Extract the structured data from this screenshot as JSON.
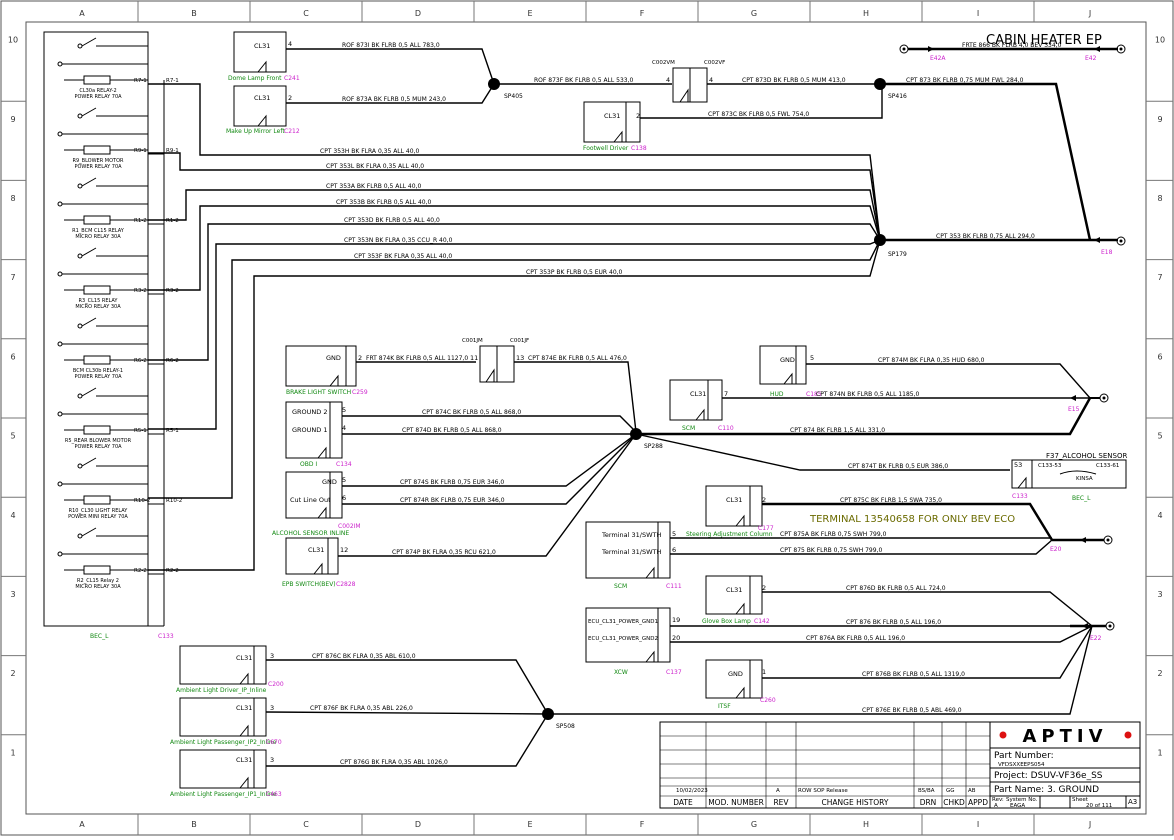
{
  "sheet": {
    "title": "CABIN HEATER EP",
    "note": "TERMINAL 13540658 FOR ONLY BEV ECO",
    "columns": [
      "A",
      "B",
      "C",
      "D",
      "E",
      "F",
      "G",
      "H",
      "I",
      "J"
    ],
    "rows": [
      "10",
      "9",
      "8",
      "7",
      "6",
      "5",
      "4",
      "3",
      "2",
      "1"
    ]
  },
  "relay_block": {
    "connector_name": "BEC_L",
    "connector_id": "C133",
    "relays": [
      {
        "name": "CL30a RELAY-2\nPOWER RELAY 70A",
        "pin": "R7-1"
      },
      {
        "name": "R9_BLOWER MOTOR\nPOWER RELAY 70A",
        "pin": "R9-1"
      },
      {
        "name": "R1_BCM CL15 RELAY\nMICRO RELAY 30A",
        "pin": "R1-2"
      },
      {
        "name": "R3_CL15 RELAY\nMICRO RELAY 30A",
        "pin": "R3-2"
      },
      {
        "name": "BCM CL30b RELAY-1\nPOWER RELAY 70A",
        "pin": "R6-2"
      },
      {
        "name": "R5_REAR BLOWER MOTOR\nPOWER RELAY 70A",
        "pin": "R5-1"
      },
      {
        "name": "R10_CL30 LIGHT RELAY\nPOWER MINI RELAY 70A",
        "pin": "R10-2"
      },
      {
        "name": "R2_CL15 Relay 2\nMICRO RELAY 30A",
        "pin": "R2-2"
      }
    ]
  },
  "connectors": {
    "c241": {
      "name": "Dome Lamp Front",
      "id": "C241",
      "pin_label": "CL31",
      "pin": "4"
    },
    "c212": {
      "name": "Make Up Mirror Left",
      "id": "C212",
      "pin_label": "CL31",
      "pin": "2"
    },
    "c138": {
      "name": "Footwell Driver",
      "id": "C138",
      "pin_label": "CL31",
      "pin": "2"
    },
    "c002": {
      "left": "C002VM",
      "right": "C002VF",
      "pin_l": "4",
      "pin_r": "4"
    },
    "c001": {
      "left": "C001JM",
      "right": "C001JF",
      "pin_l": "11",
      "pin_r": "13"
    },
    "c259": {
      "name": "BRAKE LIGHT SWITCH",
      "id": "C259",
      "pin_label": "GND",
      "pin": "2"
    },
    "c134": {
      "name": "OBD I",
      "id": "C134",
      "pin_labels": [
        "GROUND 2",
        "GROUND 1"
      ],
      "pins": [
        "5",
        "4"
      ]
    },
    "c002im": {
      "name": "ALCOHOL SENSOR INLINE",
      "id": "C002IM",
      "pin_labels": [
        "GND",
        "Cut Line Out"
      ],
      "pins": [
        "5",
        "6"
      ]
    },
    "c2828": {
      "name": "EPB SWITCH(BEV)",
      "id": "C2828",
      "pin_label": "CL31",
      "pin": "12"
    },
    "c185": {
      "name": "HUD",
      "id": "C185",
      "pin_label": "GND",
      "pin": "5"
    },
    "c110": {
      "name": "SCM",
      "id": "C110",
      "pin_label": "CL31",
      "pin": "7"
    },
    "c133b": {
      "name": "F37_ALCOHOL SENSOR",
      "id": "C133",
      "pins_top": [
        "C133-53",
        "C133-61"
      ],
      "pin": "53",
      "sub": "BEC_L",
      "mid": "KINSA"
    },
    "c177": {
      "name": "Steering Adjustment Column",
      "id": "C177",
      "pin_label": "CL31",
      "pin": "2"
    },
    "c111": {
      "name": "SCM",
      "id": "C111",
      "pin_labels": [
        "Terminal 31/SWTH",
        "Terminal 31/SWTH"
      ],
      "pins": [
        "5",
        "6"
      ]
    },
    "c142": {
      "name": "Glove Box Lamp",
      "id": "C142",
      "pin_label": "CL31",
      "pin": "2"
    },
    "c137": {
      "name": "XCW",
      "id": "C137",
      "pin_labels": [
        "ECU_CL31_POWER_GND1",
        "ECU_CL31_POWER_GND2"
      ],
      "pins": [
        "19",
        "20"
      ]
    },
    "c260": {
      "name": "ITSF",
      "id": "C260",
      "pin_label": "GND",
      "pin": "1"
    },
    "c200": {
      "name": "Ambient Light Driver_IP_Inline",
      "id": "C200",
      "pin_label": "CL31",
      "pin": "3"
    },
    "c670": {
      "name": "Ambient Light Passenger_IP2_Inline",
      "id": "C670",
      "pin_label": "CL31",
      "pin": "3"
    },
    "c463": {
      "name": "Ambient Light Passenger_IP1_Inline",
      "id": "C463",
      "pin_label": "CL31",
      "pin": "3"
    }
  },
  "splices": {
    "sp405": "SP405",
    "sp416": "SP416",
    "sp179": "SP179",
    "sp288": "SP288",
    "sp508": "SP508"
  },
  "grounds": {
    "e42a": "E42A",
    "e42": "E42",
    "e18": "E18",
    "e15": "E15",
    "e20": "E20",
    "e22": "E22"
  },
  "wires": {
    "w1": "ROF 873I BK FLRB 0,5 ALL 783,0",
    "w2": "ROF 873A BK FLRB 0,5 MUM 243,0",
    "w3": "ROF 873F BK FLRB 0,5 ALL 533,0",
    "w4": "CPT 873D BK FLRB 0,5 MUM 413,0",
    "w5": "CPT 873C BK FLRB 0,5 FWL 754,0",
    "w6": "CPT 873 BK FLRB 0,75 MUM FWL 284,0",
    "w7": "FRTE 866 BK FLRB 4,0 BEV 334,0",
    "w8": "CPT 353H BK FLRA 0,35 ALL 40,0",
    "w9": "CPT 353L BK FLRA 0,35 ALL 40,0",
    "w10": "CPT 353A BK FLRB 0,5 ALL 40,0",
    "w11": "CPT 353B BK FLRB 0,5 ALL 40,0",
    "w12": "CPT 353D BK FLRB 0,5 ALL 40,0",
    "w13": "CPT 353N BK FLRA 0,35 CCU_R 40,0",
    "w14": "CPT 353F BK FLRA 0,35 ALL 40,0",
    "w15": "CPT 353P BK FLRB 0,5 EUR 40,0",
    "w16": "CPT 353 BK FLRB 0,75 ALL 294,0",
    "w17": "FRT 874K BK FLRB 0,5 ALL 1127,0",
    "w18": "CPT 874E BK FLRB 0,5 ALL 476,0",
    "w19": "CPT 874M BK FLRA 0,35 HUD 680,0",
    "w20": "CPT 874N BK FLRB 0,5 ALL 1185,0",
    "w21": "CPT 874 BK FLRB 1,5 ALL 331,0",
    "w22": "CPT 874C BK FLRB 0,5 ALL 868,0",
    "w23": "CPT 874D BK FLRB 0,5 ALL 868,0",
    "w24": "CPT 874T BK FLRB 0,5 EUR 386,0",
    "w25": "CPT 874S BK FLRB 0,75 EUR 346,0",
    "w26": "CPT 874R BK FLRB 0,75 EUR 346,0",
    "w27": "CPT 874P BK FLRA 0,35 RCU 621,0",
    "w28": "CPT 875C BK FLRB 1,5 SWA 735,0",
    "w29": "CPT 875A BK FLRB 0,75 SWH 799,0",
    "w30": "CPT 875 BK FLRB 0,75 SWH 799,0",
    "w31": "CPT 876D BK FLRB 0,5 ALL 724,0",
    "w32": "CPT 876 BK FLRB 0,5 ALL 196,0",
    "w33": "CPT 876A BK FLRB 0,5 ALL 196,0",
    "w34": "CPT 876B BK FLRB 0,5 ALL 1319,0",
    "w35": "CPT 876E BK FLRB 0,5 ABL 469,0",
    "w36": "CPT 876C BK FLRA 0,35 ABL 610,0",
    "w37": "CPT 876F BK FLRA 0,35 ABL 226,0",
    "w38": "CPT 876G BK FLRA 0,35 ABL 1026,0"
  },
  "title_block": {
    "logo": "APTIV",
    "part_number_label": "Part Number:",
    "part_number": "VFDSXXEEPS054",
    "project": "Project: DSUV-VF36e_SS",
    "part_name": "Part Name: 3. GROUND",
    "date": "10/02/2023",
    "rev": "A",
    "change": "ROW SOP Release",
    "drn": "BS/BA",
    "chkd": "GG",
    "appd": "AB",
    "headers": [
      "DATE",
      "MOD. NUMBER",
      "REV",
      "CHANGE HISTORY",
      "DRN",
      "CHKD",
      "APPD"
    ],
    "rev_label": "Rev:",
    "rev_val": "A",
    "system_label": "System No.",
    "system_val": "EAGA",
    "sheet_label": "Sheet",
    "sheet_val": "20 of 111",
    "size": "A3"
  },
  "colors": {
    "wire": "#000000",
    "connector_name": "#118811",
    "connector_id": "#cc22cc",
    "logo_dot": "#dd1111"
  }
}
